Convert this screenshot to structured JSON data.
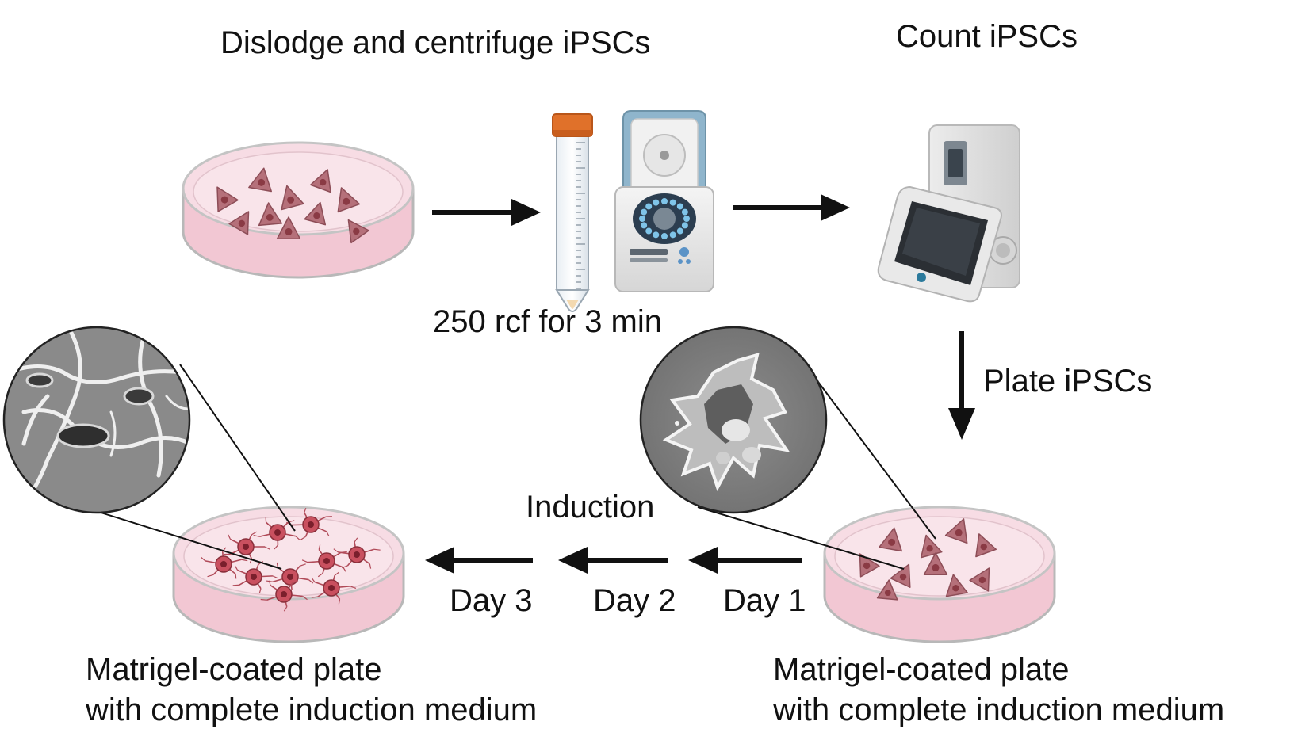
{
  "steps": {
    "dislodge_title": "Dislodge and centrifuge iPSCs",
    "count_title": "Count iPSCs",
    "centrifuge_setting": "250 rcf for 3 min",
    "plate_title": "Plate iPSCs",
    "induction_title": "Induction"
  },
  "days": {
    "day1": "Day 1",
    "day2": "Day 2",
    "day3": "Day 3"
  },
  "plates": {
    "left_line1": "Matrigel-coated plate",
    "left_line2": "with complete induction medium",
    "right_line1": "Matrigel-coated plate",
    "right_line2": "with complete induction medium"
  },
  "colors": {
    "dish_medium": "#f7d5df",
    "dish_rim": "#c9c9c9",
    "cell_body": "#b5707a",
    "cell_nucleus": "#8a3a44",
    "neuron_body": "#c9505f",
    "tube_cap": "#e0712a",
    "centrifuge_lid": "#8fb5cc",
    "arrow": "#111111",
    "micrograph_bg": "#8a8a8a"
  },
  "icons": {
    "tube": "conical-tube-icon",
    "centrifuge": "centrifuge-icon",
    "counter": "cell-counter-icon",
    "dish": "petri-dish-icon"
  }
}
